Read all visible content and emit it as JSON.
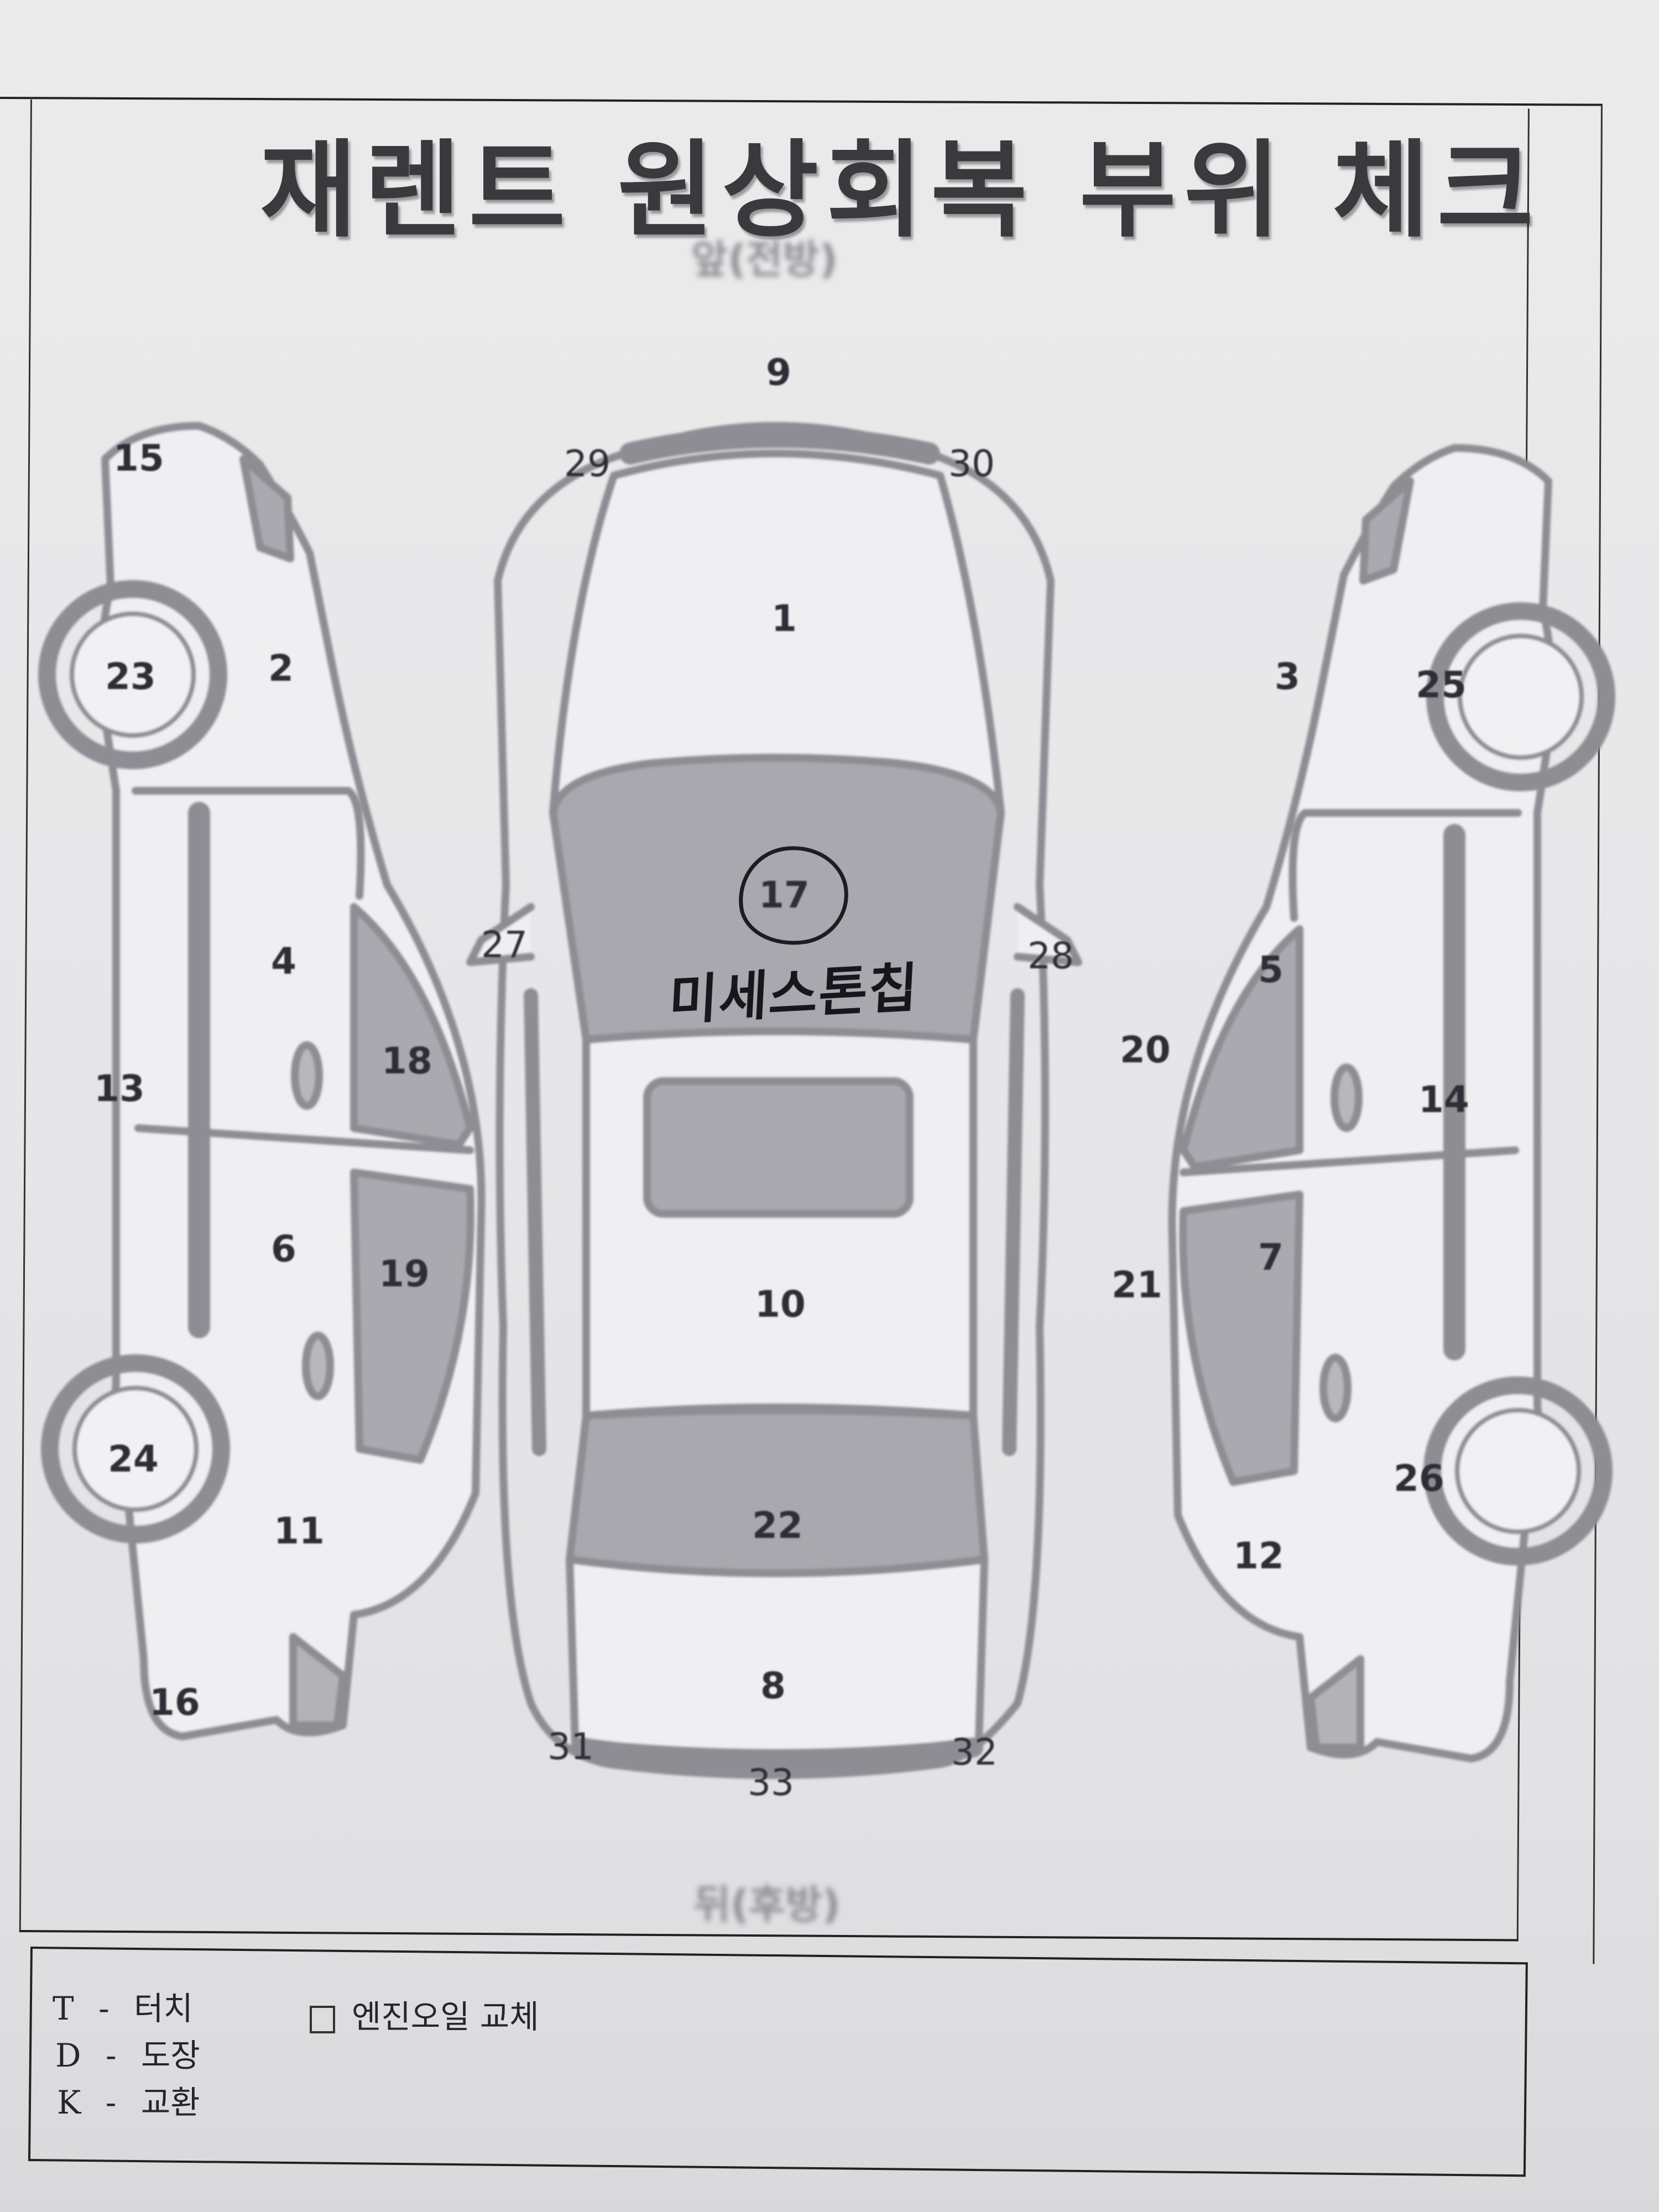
{
  "document": {
    "title": "재렌트 원상회복 부위 체크",
    "front_label": "앞(전방)",
    "rear_label": "뒤(후방)"
  },
  "diagram": {
    "parts": [
      {
        "id": "1",
        "label": "1"
      },
      {
        "id": "2",
        "label": "2"
      },
      {
        "id": "3",
        "label": "3"
      },
      {
        "id": "4",
        "label": "4"
      },
      {
        "id": "5",
        "label": "5"
      },
      {
        "id": "6",
        "label": "6"
      },
      {
        "id": "7",
        "label": "7"
      },
      {
        "id": "8",
        "label": "8"
      },
      {
        "id": "9",
        "label": "9"
      },
      {
        "id": "10",
        "label": "10"
      },
      {
        "id": "11",
        "label": "11"
      },
      {
        "id": "12",
        "label": "12"
      },
      {
        "id": "13",
        "label": "13"
      },
      {
        "id": "14",
        "label": "14"
      },
      {
        "id": "15",
        "label": "15"
      },
      {
        "id": "16",
        "label": "16"
      },
      {
        "id": "17",
        "label": "17"
      },
      {
        "id": "18",
        "label": "18"
      },
      {
        "id": "19",
        "label": "19"
      },
      {
        "id": "20",
        "label": "20"
      },
      {
        "id": "21",
        "label": "21"
      },
      {
        "id": "22",
        "label": "22"
      },
      {
        "id": "23",
        "label": "23"
      },
      {
        "id": "24",
        "label": "24"
      },
      {
        "id": "25",
        "label": "25"
      },
      {
        "id": "26",
        "label": "26"
      },
      {
        "id": "27",
        "label": "27"
      },
      {
        "id": "28",
        "label": "28"
      },
      {
        "id": "29",
        "label": "29"
      },
      {
        "id": "30",
        "label": "30"
      },
      {
        "id": "31",
        "label": "31"
      },
      {
        "id": "32",
        "label": "32"
      },
      {
        "id": "33",
        "label": "33"
      }
    ],
    "annotation": {
      "circled_part": "17",
      "handwritten_note": "미세스톤칩"
    }
  },
  "legend": {
    "codes": [
      {
        "code": "T",
        "separator": "-",
        "meaning": "터치"
      },
      {
        "code": "D",
        "separator": "-",
        "meaning": "도장"
      },
      {
        "code": "K",
        "separator": "-",
        "meaning": "교환"
      }
    ],
    "checkbox": {
      "label": "엔진오일 교체",
      "checked": false
    }
  },
  "colors": {
    "paper": "#e8e8ea",
    "line": "#8e8d94",
    "glass_fill": "#a9a8ae",
    "text": "#2f2e36",
    "ink": "#17161c"
  }
}
